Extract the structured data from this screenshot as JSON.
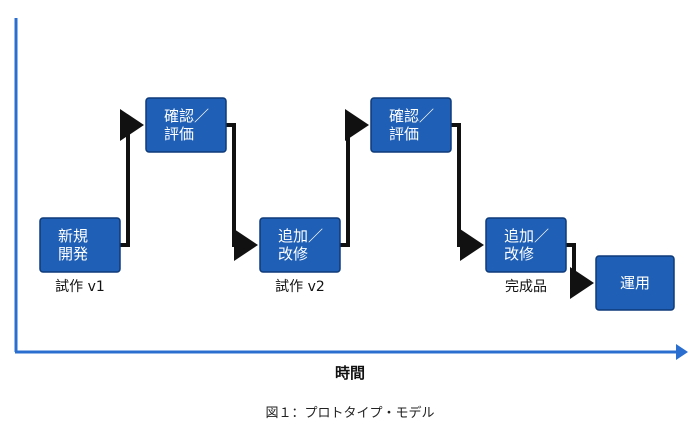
{
  "diagram": {
    "nodes": [
      {
        "id": "n1",
        "lines": [
          "新規",
          "開発"
        ],
        "caption": "試作 v1"
      },
      {
        "id": "n2",
        "lines": [
          "確認／",
          "評価"
        ],
        "caption": ""
      },
      {
        "id": "n3",
        "lines": [
          "追加／",
          "改修"
        ],
        "caption": "試作 v2"
      },
      {
        "id": "n4",
        "lines": [
          "確認／",
          "評価"
        ],
        "caption": ""
      },
      {
        "id": "n5",
        "lines": [
          "追加／",
          "改修"
        ],
        "caption": "完成品"
      },
      {
        "id": "n6",
        "lines": [
          "運用"
        ],
        "caption": ""
      }
    ],
    "edges": [
      {
        "from": "n1",
        "to": "n2"
      },
      {
        "from": "n2",
        "to": "n3"
      },
      {
        "from": "n3",
        "to": "n4"
      },
      {
        "from": "n4",
        "to": "n5"
      },
      {
        "from": "n5",
        "to": "n6"
      }
    ],
    "x_axis_label": "時間",
    "figure_caption": "図１：プロトタイプ・モデル",
    "colors": {
      "box_fill": "#1f5fb5",
      "box_stroke": "#0e3a7a",
      "axis": "#2a6fd0",
      "arrow": "#111111"
    }
  }
}
